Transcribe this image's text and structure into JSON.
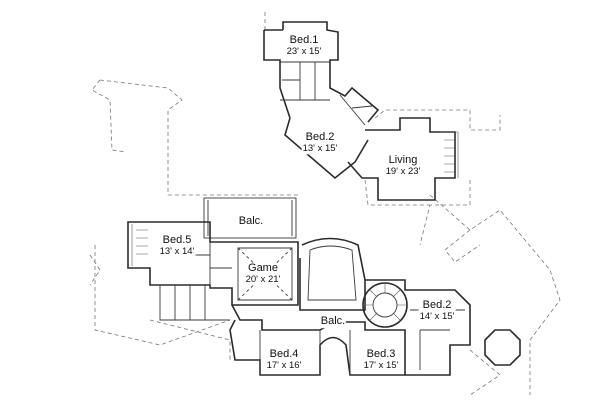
{
  "rooms": {
    "bed1": {
      "name": "Bed.1",
      "dims": "23' x 15'"
    },
    "bed2_upper": {
      "name": "Bed.2",
      "dims": "13' x 15'"
    },
    "living": {
      "name": "Living",
      "dims": "19' x 23'"
    },
    "balc_top": {
      "name": "Balc."
    },
    "bed5": {
      "name": "Bed.5",
      "dims": "13' x 14'"
    },
    "game": {
      "name": "Game",
      "dims": "20' x 21'"
    },
    "bed2_lower": {
      "name": "Bed.2",
      "dims": "14' x 15'"
    },
    "balc_bottom": {
      "name": "Balc."
    },
    "bed4": {
      "name": "Bed.4",
      "dims": "17' x 16'"
    },
    "bed3": {
      "name": "Bed.3",
      "dims": "17' x 15'"
    }
  }
}
